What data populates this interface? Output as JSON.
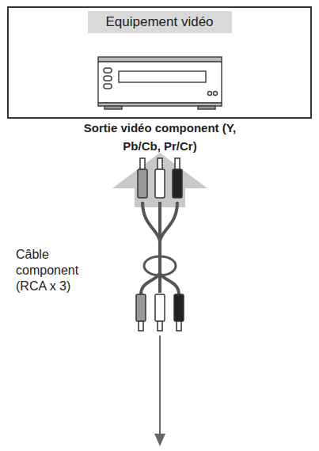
{
  "diagram": {
    "nodes": [
      {
        "text": [
          "Equipement vidéo"
        ]
      }
    ],
    "labels": [
      "Sortie vidéo component (Y, Pb/Cb, Pr/Cr)",
      "Câble component (RCA x 3)"
    ]
  }
}
